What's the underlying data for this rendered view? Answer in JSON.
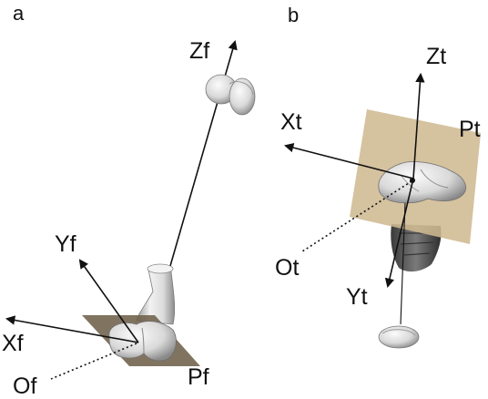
{
  "figure": {
    "panel_a": {
      "panel_label": "a",
      "axes": {
        "z": "Zf",
        "y": "Yf",
        "x": "Xf"
      },
      "origin": "Of",
      "plane": "Pf"
    },
    "panel_b": {
      "panel_label": "b",
      "axes": {
        "z": "Zt",
        "x": "Xt",
        "y": "Yt"
      },
      "origin": "Ot",
      "plane": "Pt"
    }
  },
  "colors": {
    "arrow": "#111111",
    "plane_a": "#6e614b",
    "plane_b": "#cfb992",
    "bone_light": "#ededed",
    "bone_shadow": "#8e8e8e",
    "tibia_dark": "#474747"
  }
}
